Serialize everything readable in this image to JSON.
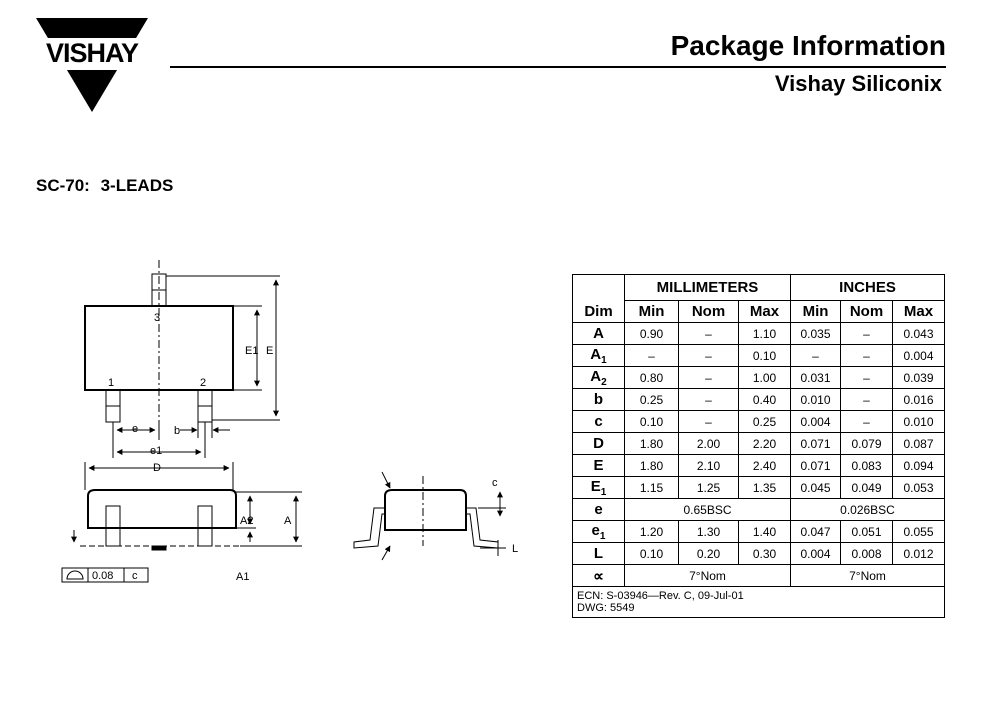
{
  "header": {
    "logo_text": "VISHAY",
    "title": "Package Information",
    "subtitle": "Vishay Siliconix"
  },
  "package": {
    "name": "SC-70:",
    "leads": "3-LEADS"
  },
  "drawing": {
    "pin_labels": [
      "3",
      "1",
      "2"
    ],
    "labels": {
      "e": "e",
      "b": "b",
      "e1": "e1",
      "E1": "E1",
      "E": "E",
      "D": "D",
      "A2": "A2",
      "A": "A",
      "A1": "A1",
      "c": "c",
      "L": "L",
      "flatness_tol": "0.08",
      "flatness_ref": "c"
    }
  },
  "table": {
    "group_headers": [
      "MILLIMETERS",
      "INCHES"
    ],
    "columns": [
      "Dim",
      "Min",
      "Nom",
      "Max",
      "Min",
      "Nom",
      "Max"
    ],
    "rows": [
      {
        "dim": "A",
        "sub": "",
        "v": [
          "0.90",
          "–",
          "1.10",
          "0.035",
          "–",
          "0.043"
        ]
      },
      {
        "dim": "A",
        "sub": "1",
        "v": [
          "–",
          "–",
          "0.10",
          "–",
          "–",
          "0.004"
        ]
      },
      {
        "dim": "A",
        "sub": "2",
        "v": [
          "0.80",
          "–",
          "1.00",
          "0.031",
          "–",
          "0.039"
        ]
      },
      {
        "dim": "b",
        "sub": "",
        "v": [
          "0.25",
          "–",
          "0.40",
          "0.010",
          "–",
          "0.016"
        ]
      },
      {
        "dim": "c",
        "sub": "",
        "v": [
          "0.10",
          "–",
          "0.25",
          "0.004",
          "–",
          "0.010"
        ]
      },
      {
        "dim": "D",
        "sub": "",
        "v": [
          "1.80",
          "2.00",
          "2.20",
          "0.071",
          "0.079",
          "0.087"
        ]
      },
      {
        "dim": "E",
        "sub": "",
        "v": [
          "1.80",
          "2.10",
          "2.40",
          "0.071",
          "0.083",
          "0.094"
        ]
      },
      {
        "dim": "E",
        "sub": "1",
        "v": [
          "1.15",
          "1.25",
          "1.35",
          "0.045",
          "0.049",
          "0.053"
        ]
      },
      {
        "dim": "e",
        "sub": "",
        "span": [
          "0.65BSC",
          "0.026BSC"
        ]
      },
      {
        "dim": "e",
        "sub": "1",
        "v": [
          "1.20",
          "1.30",
          "1.40",
          "0.047",
          "0.051",
          "0.055"
        ]
      },
      {
        "dim": "L",
        "sub": "",
        "v": [
          "0.10",
          "0.20",
          "0.30",
          "0.004",
          "0.008",
          "0.012"
        ]
      },
      {
        "dim": "∝",
        "sub": "",
        "span": [
          "7°Nom",
          "7°Nom"
        ]
      }
    ],
    "footer": [
      "ECN: S-03946—Rev. C, 09-Jul-01",
      "DWG:  5549"
    ]
  }
}
